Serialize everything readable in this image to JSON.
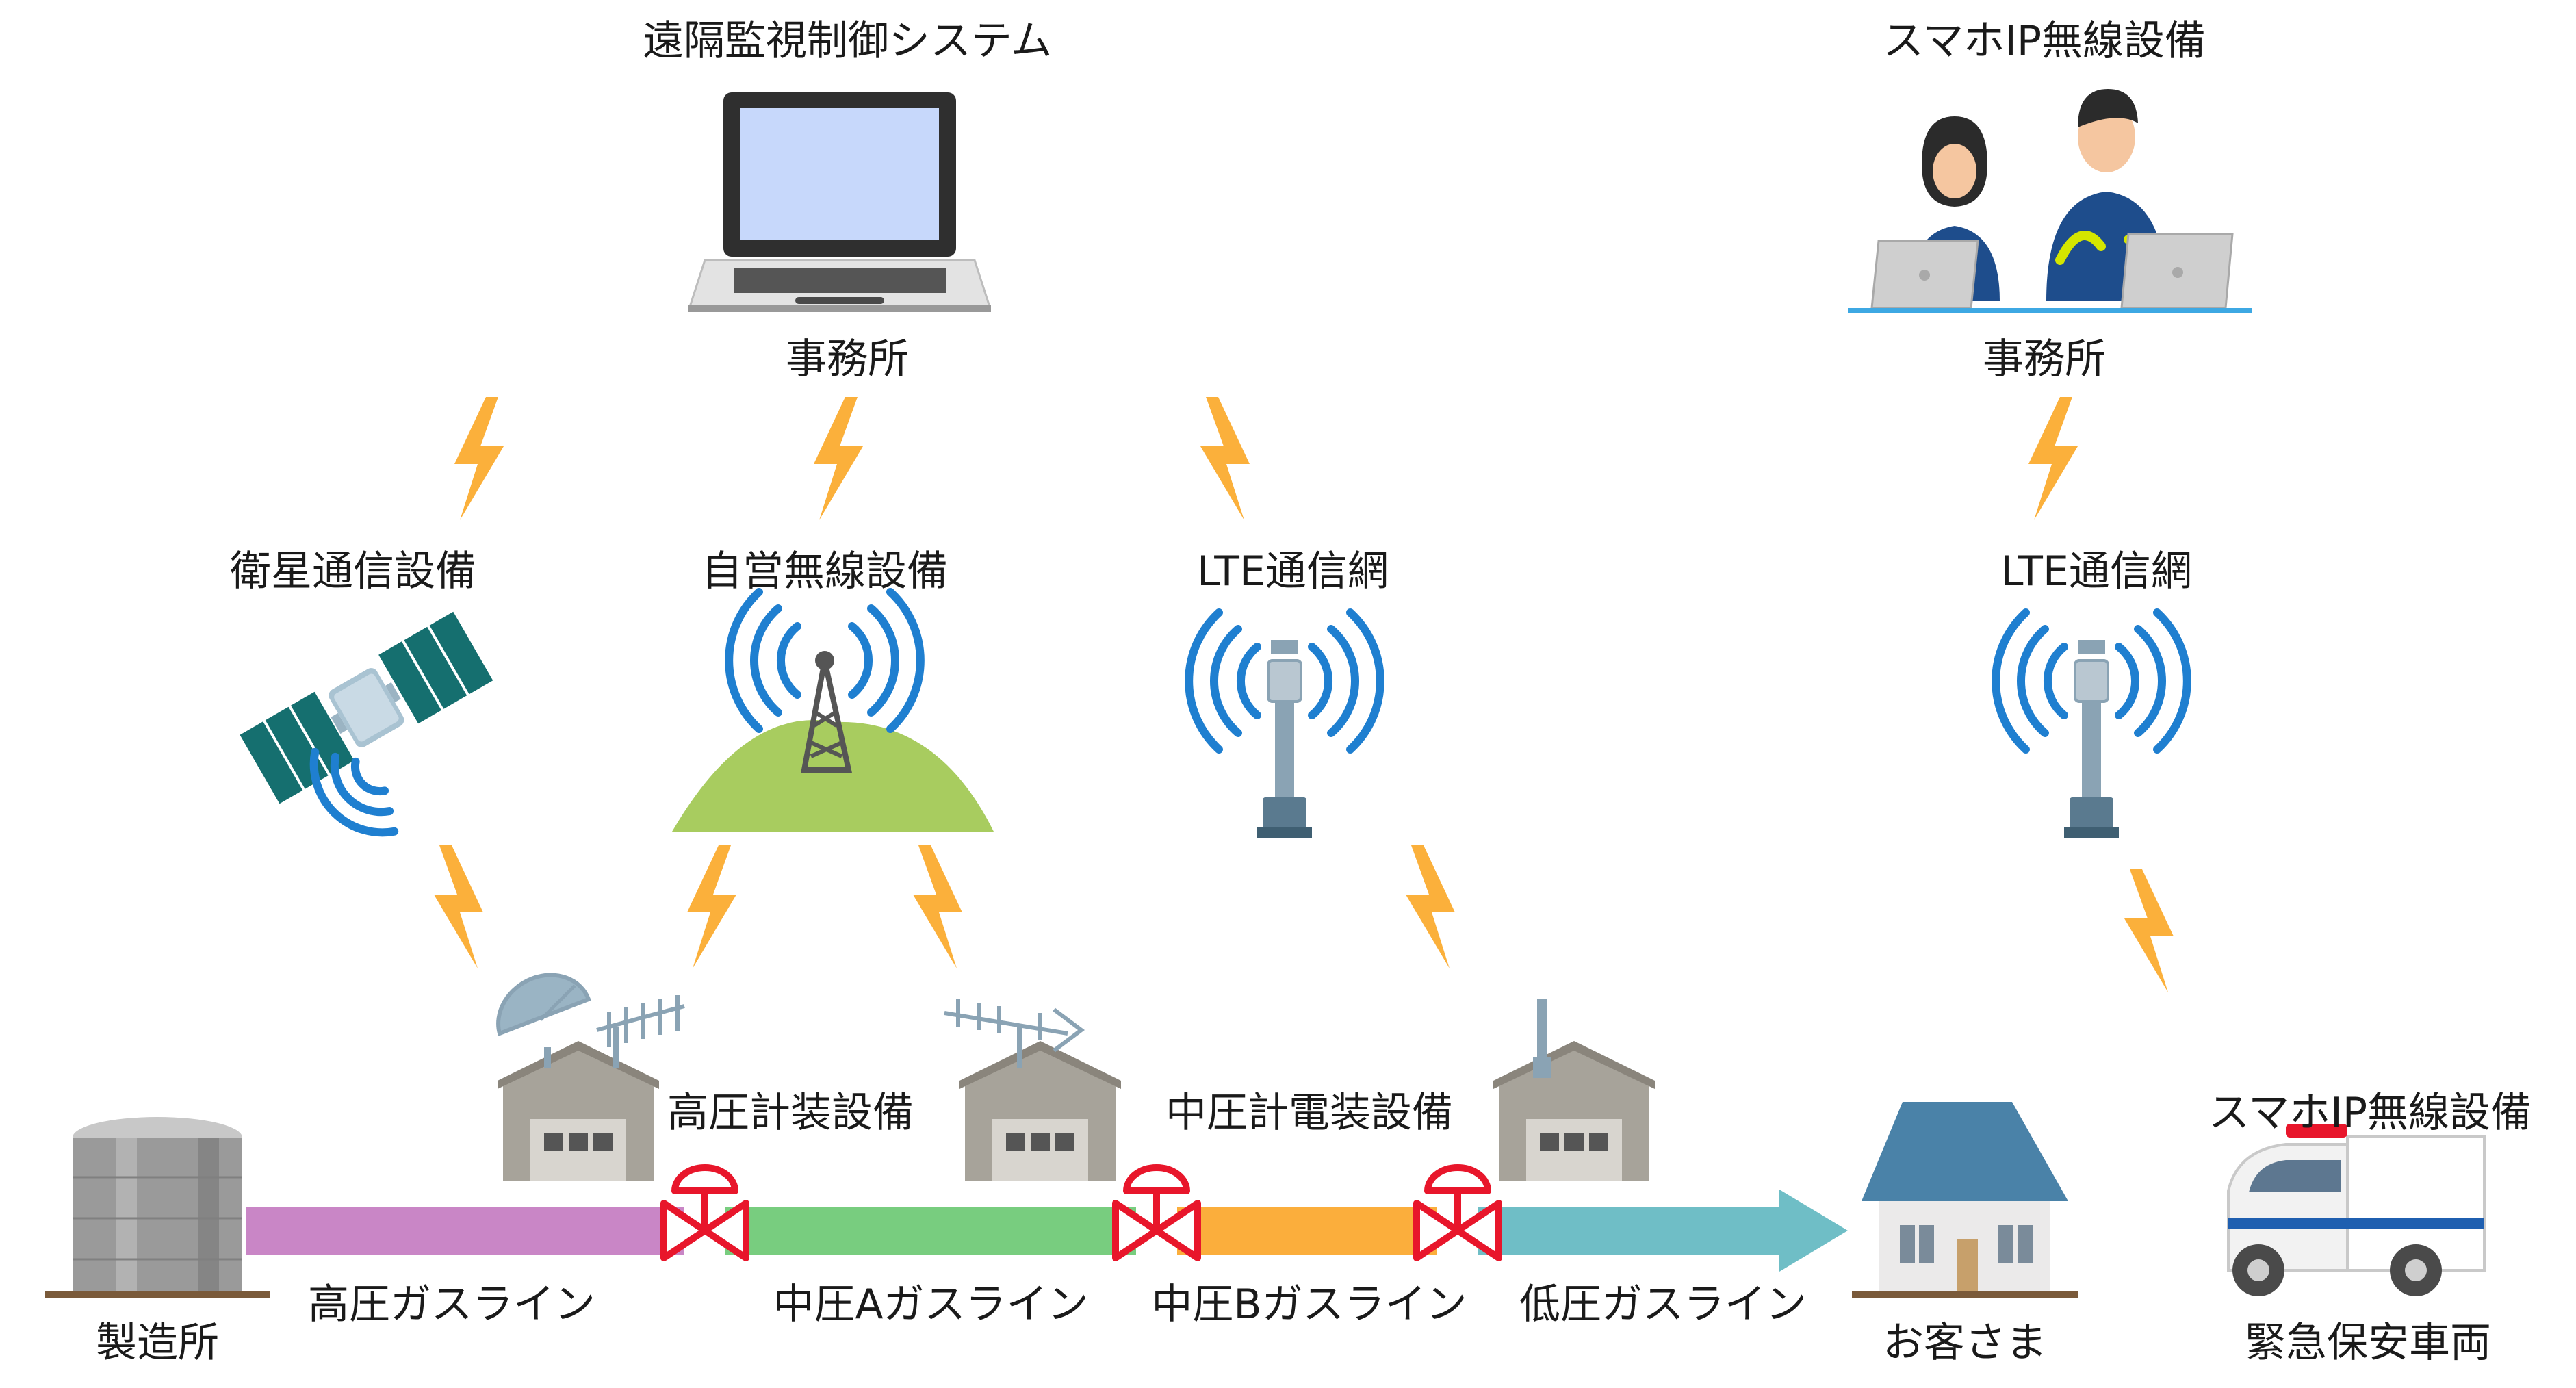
{
  "labels": {
    "remote_system": "遠隔監視制御システム",
    "smartphone_ip_top": "スマホIP無線設備",
    "office_left": "事務所",
    "office_right": "事務所",
    "satellite": "衛星通信設備",
    "private_radio": "自営無線設備",
    "lte_left": "LTE通信網",
    "lte_right": "LTE通信網",
    "high_pressure_equipment": "高圧計装設備",
    "medium_pressure_equipment": "中圧計電装設備",
    "smartphone_ip_bottom": "スマホIP無線設備",
    "factory": "製造所",
    "high_gas_line": "高圧ガスライン",
    "medium_a_line": "中圧Aガスライン",
    "medium_b_line": "中圧Bガスライン",
    "low_gas_line": "低圧ガスライン",
    "customer": "お客さま",
    "emergency_vehicle": "緊急保安車両"
  },
  "colors": {
    "high_line": "#c986c6",
    "medium_a_line": "#78cd7f",
    "medium_b_line": "#fbae3c",
    "low_line": "#6fbec6",
    "lightning": "#fbb03b",
    "valve": "#e8162b",
    "signal": "#1f7fd0",
    "hill": "#a8cc5f",
    "satellite_panel": "#156f6f"
  }
}
